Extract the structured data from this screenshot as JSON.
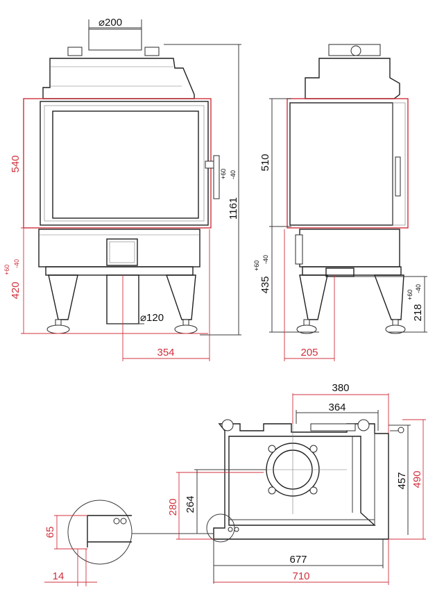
{
  "diagram": {
    "front_view": {
      "flue_diameter": "⌀200",
      "glass_height": "540",
      "leg_height": "420",
      "leg_height_tolerance_upper": "+60",
      "leg_height_tolerance_lower": "-40",
      "total_height": "1161",
      "total_height_tolerance_upper": "+60",
      "total_height_tolerance_lower": "-40",
      "air_inlet_diameter": "⌀120",
      "axis_to_side": "354"
    },
    "side_view": {
      "glass_height": "510",
      "bottom_height": "435",
      "bottom_height_tolerance_upper": "+60",
      "bottom_height_tolerance_lower": "-40",
      "inlet_height": "218",
      "inlet_height_tolerance_upper": "+60",
      "inlet_height_tolerance_lower": "-40",
      "axis_to_front": "205"
    },
    "plan_view": {
      "outer_width_top": "380",
      "inner_width_top": "364",
      "depth_outer": "490",
      "depth_inner": "457",
      "axis_offset_outer": "280",
      "axis_offset_inner": "264",
      "width_inner": "677",
      "width_outer": "710"
    },
    "detail_view": {
      "height": "65",
      "offset": "14"
    }
  }
}
